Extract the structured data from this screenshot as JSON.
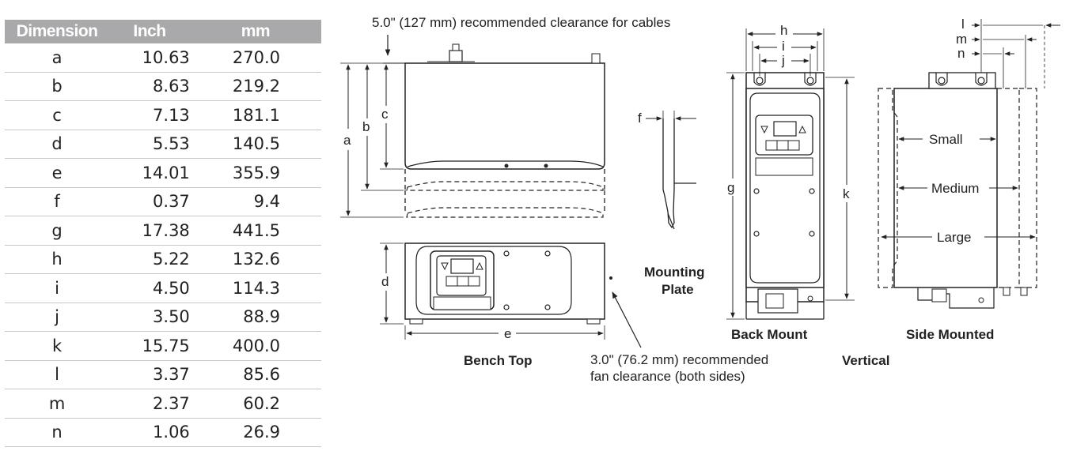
{
  "table": {
    "headers": {
      "dimension": "Dimension",
      "inch": "Inch",
      "mm": "mm"
    },
    "rows": [
      {
        "dim": "a",
        "inch": "10.63",
        "mm": "270.0"
      },
      {
        "dim": "b",
        "inch": "8.63",
        "mm": "219.2"
      },
      {
        "dim": "c",
        "inch": "7.13",
        "mm": "181.1"
      },
      {
        "dim": "d",
        "inch": "5.53",
        "mm": "140.5"
      },
      {
        "dim": "e",
        "inch": "14.01",
        "mm": "355.9"
      },
      {
        "dim": "f",
        "inch": "0.37",
        "mm": "9.4"
      },
      {
        "dim": "g",
        "inch": "17.38",
        "mm": "441.5"
      },
      {
        "dim": "h",
        "inch": "5.22",
        "mm": "132.6"
      },
      {
        "dim": "i",
        "inch": "4.50",
        "mm": "114.3"
      },
      {
        "dim": "j",
        "inch": "3.50",
        "mm": "88.9"
      },
      {
        "dim": "k",
        "inch": "15.75",
        "mm": "400.0"
      },
      {
        "dim": "l",
        "inch": "3.37",
        "mm": "85.6"
      },
      {
        "dim": "m",
        "inch": "2.37",
        "mm": "60.2"
      },
      {
        "dim": "n",
        "inch": "1.06",
        "mm": "26.9"
      }
    ]
  },
  "drawing": {
    "cable_clearance_note": "5.0\" (127 mm) recommended clearance for cables",
    "fan_clearance_note_line1": "3.0\" (76.2 mm) recommended",
    "fan_clearance_note_line2": "fan clearance (both sides)",
    "labels": {
      "a": "a",
      "b": "b",
      "c": "c",
      "d": "d",
      "e": "e",
      "f": "f",
      "g": "g",
      "h": "h",
      "i": "i",
      "j": "j",
      "k": "k",
      "l": "l",
      "m": "m",
      "n": "n"
    },
    "captions": {
      "bench_top": "Bench Top",
      "mounting_plate_line1": "Mounting",
      "mounting_plate_line2": "Plate",
      "back_mount": "Back Mount",
      "side_mounted": "Side Mounted",
      "vertical": "Vertical"
    },
    "sizes": {
      "small": "Small",
      "medium": "Medium",
      "large": "Large"
    }
  }
}
